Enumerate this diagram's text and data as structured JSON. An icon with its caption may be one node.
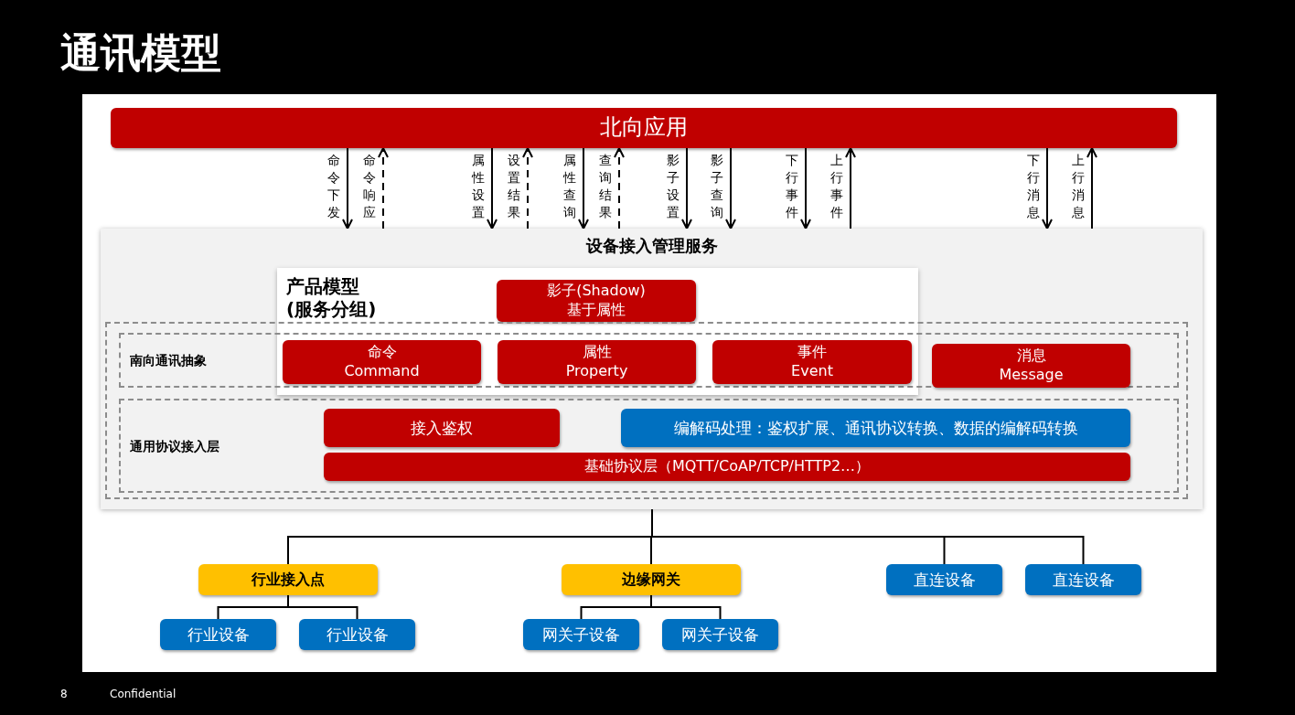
{
  "diagram": {
    "title": "通讯模型",
    "nodes": [
      {
        "text": [
          "北向应用"
        ]
      },
      {
        "text": [
          "设备接入管理服务"
        ]
      },
      {
        "text": [
          "产品模型",
          "(服务分组)"
        ],
        "in": 1
      },
      {
        "text": [],
        "shape": "box",
        "in": 1
      },
      {
        "text": [
          "南向通讯抽象"
        ],
        "in": 3
      },
      {
        "text": [
          "通用协议接入层"
        ],
        "in": 3
      },
      {
        "text": [
          "影子(Shadow)",
          "基于属性"
        ],
        "in": 2
      },
      {
        "text": [
          "命令",
          "Command"
        ]
      },
      {
        "text": [
          "属性",
          "Property"
        ]
      },
      {
        "text": [
          "事件",
          "Event"
        ]
      },
      {
        "text": [
          "消息",
          "Message"
        ],
        "in": 4
      },
      {
        "text": [
          "接入鉴权"
        ],
        "in": 5
      },
      {
        "text": [
          "编解码处理：鉴权扩展、通讯协议转换、数据的编解码转换"
        ],
        "in": 5
      },
      {
        "text": [
          "基础协议层（MQTT/CoAP/TCP/HTTP2…）"
        ],
        "in": 5
      },
      {
        "text": [
          "行业接入点"
        ]
      },
      {
        "text": [
          "边缘网关"
        ]
      },
      {
        "text": [
          "直连设备"
        ]
      },
      {
        "text": [
          "直连设备"
        ]
      },
      {
        "text": [
          "行业设备"
        ]
      },
      {
        "text": [
          "行业设备"
        ]
      },
      {
        "text": [
          "网关子设备"
        ]
      },
      {
        "text": [
          "网关子设备"
        ]
      }
    ],
    "edges": [
      {
        "from": 0,
        "to": 1,
        "arrow": "to",
        "label": "命令下发"
      },
      {
        "from": 1,
        "to": 0,
        "arrow": "to",
        "label": "命令响应",
        "style": "dashed"
      },
      {
        "from": 0,
        "to": 1,
        "arrow": "to",
        "label": "属性设置"
      },
      {
        "from": 1,
        "to": 0,
        "arrow": "to",
        "label": "设置结果",
        "style": "dashed"
      },
      {
        "from": 0,
        "to": 1,
        "arrow": "to",
        "label": "属性查询"
      },
      {
        "from": 1,
        "to": 0,
        "arrow": "to",
        "label": "查询结果",
        "style": "dashed"
      },
      {
        "from": 0,
        "to": 1,
        "arrow": "to",
        "label": "影子设置"
      },
      {
        "from": 0,
        "to": 1,
        "arrow": "to",
        "label": "影子查询"
      },
      {
        "from": 0,
        "to": 1,
        "arrow": "to",
        "label": "下行事件"
      },
      {
        "from": 1,
        "to": 0,
        "arrow": "to",
        "label": "上行事件"
      },
      {
        "from": 0,
        "to": 1,
        "arrow": "to",
        "label": "下行消息"
      },
      {
        "from": 1,
        "to": 0,
        "arrow": "to",
        "label": "上行消息"
      },
      {
        "from": 1,
        "to": 14,
        "arrow": "none"
      },
      {
        "from": 1,
        "to": 15,
        "arrow": "none"
      },
      {
        "from": 1,
        "to": 16,
        "arrow": "none"
      },
      {
        "from": 1,
        "to": 17,
        "arrow": "none"
      },
      {
        "from": 14,
        "to": 18,
        "arrow": "none"
      },
      {
        "from": 14,
        "to": 19,
        "arrow": "none"
      },
      {
        "from": 15,
        "to": 20,
        "arrow": "none"
      },
      {
        "from": 15,
        "to": 21,
        "arrow": "none"
      }
    ],
    "labels": [
      "8",
      "Confidential"
    ]
  }
}
